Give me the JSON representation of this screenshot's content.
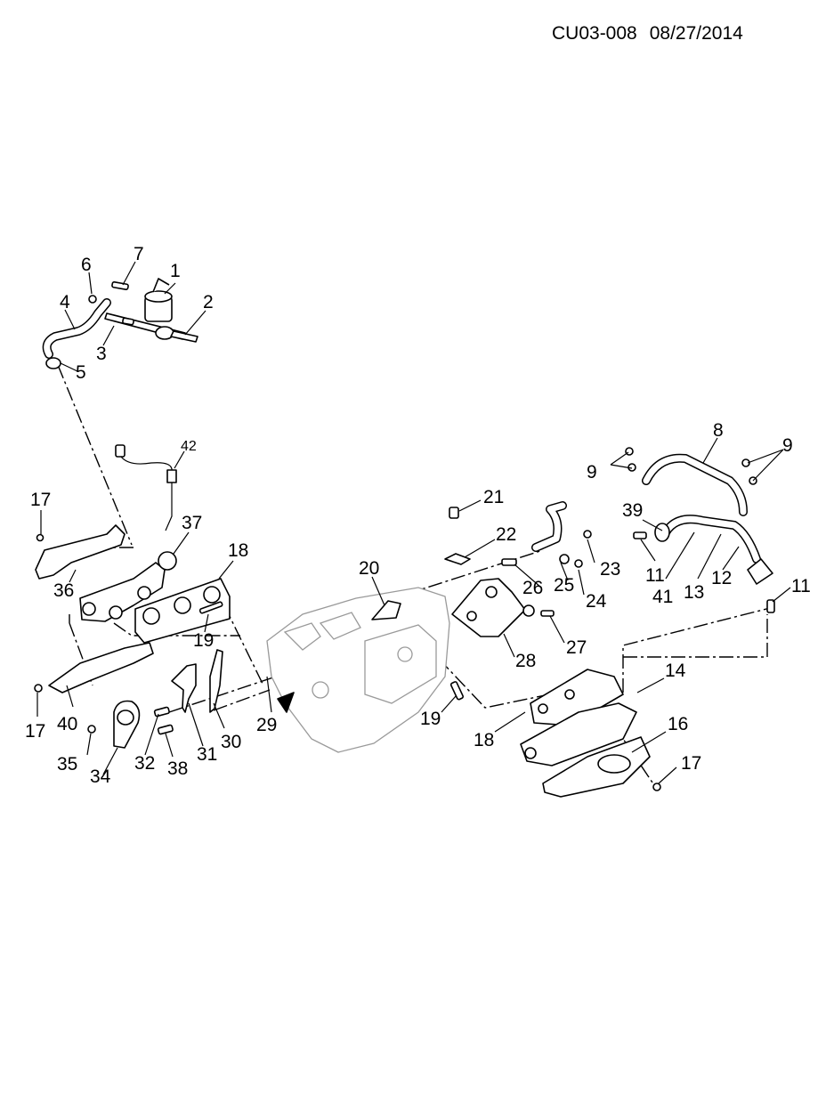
{
  "header": {
    "code": "CU03-008",
    "date": "08/27/2014"
  },
  "callouts": {
    "c1": "1",
    "c2": "2",
    "c3": "3",
    "c4": "4",
    "c5": "5",
    "c6": "6",
    "c7": "7",
    "c8": "8",
    "c9a": "9",
    "c9b": "9",
    "c11a": "11",
    "c11b": "11",
    "c12": "12",
    "c13": "13",
    "c14": "14",
    "c16": "16",
    "c17a": "17",
    "c17b": "17",
    "c17c": "17",
    "c18a": "18",
    "c18b": "18",
    "c19a": "19",
    "c19b": "19",
    "c20": "20",
    "c21": "21",
    "c22": "22",
    "c23": "23",
    "c24": "24",
    "c25": "25",
    "c26": "26",
    "c27": "27",
    "c28": "28",
    "c29": "29",
    "c30": "30",
    "c31": "31",
    "c32": "32",
    "c34": "34",
    "c35": "35",
    "c36": "36",
    "c37": "37",
    "c38": "38",
    "c39": "39",
    "c40": "40",
    "c41": "41",
    "c42": "42"
  }
}
